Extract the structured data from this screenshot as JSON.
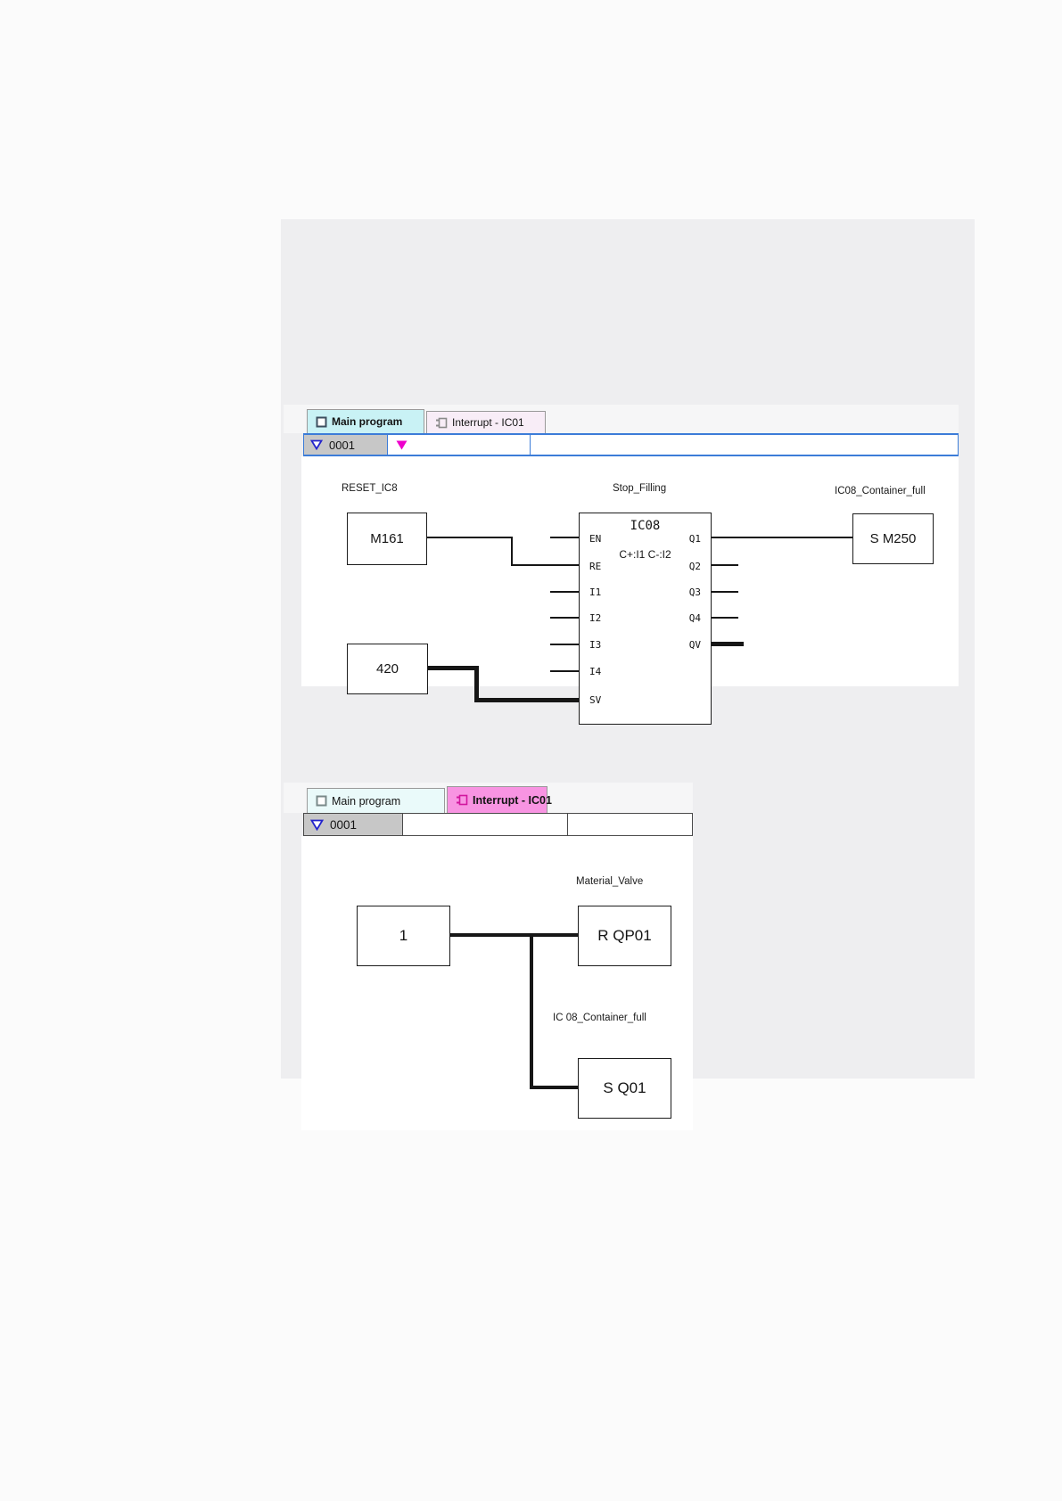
{
  "colors": {
    "active_tab_cyan": "#c9f2f5",
    "inactive_tab_cyan": "#eafafa",
    "active_tab_pink": "#f894e2",
    "inactive_tab_pink": "#f8edf7",
    "header_border_blue": "#3c7cd8",
    "header_border_gray": "#4a4a4a",
    "marker_magenta": "#ee00cc",
    "network_triangle_blue": "#2323cc"
  },
  "top_panel": {
    "tabs": [
      {
        "label": "Main program"
      },
      {
        "label": "Interrupt - IC01"
      }
    ],
    "network_id": "0001",
    "diagram": {
      "operand_blocks": [
        {
          "label": "RESET_IC8",
          "value": "M161"
        },
        {
          "value": "420"
        }
      ],
      "function_block": {
        "comment": "Stop_Filling",
        "name": "IC08",
        "config": "C+:I1 C-:I2",
        "inputs": [
          "EN",
          "RE",
          "I1",
          "I2",
          "I3",
          "I4",
          "SV"
        ],
        "outputs": [
          "Q1",
          "Q2",
          "Q3",
          "Q4",
          "QV"
        ]
      },
      "assign_block": {
        "label": "IC08_Container_full",
        "value": "S M250"
      }
    }
  },
  "bottom_panel": {
    "tabs": [
      {
        "label": "Main program"
      },
      {
        "label": "Interrupt - IC01"
      }
    ],
    "network_id": "0001",
    "diagram": {
      "operand_block": {
        "value": "1"
      },
      "assign_blocks": [
        {
          "label": "Material_Valve",
          "value": "R QP01"
        },
        {
          "label": "IC 08_Container_full",
          "value": "S Q01"
        }
      ]
    }
  }
}
